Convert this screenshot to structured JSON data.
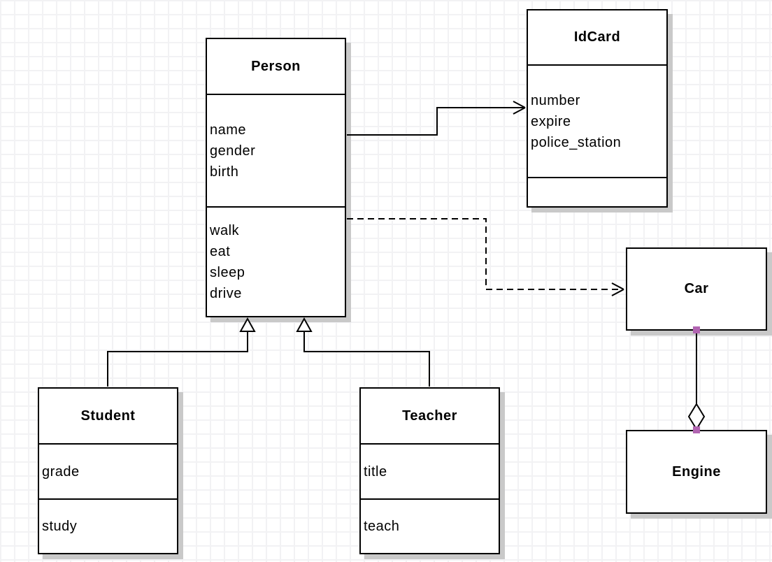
{
  "diagram": {
    "type": "uml-class-diagram",
    "colors": {
      "line": "#000000",
      "box_fill": "#ffffff",
      "box_shadow": "#c9c9c9",
      "connection_handle": "#b164b1",
      "grid_line": "#f2f2f4",
      "background": "#ffffff"
    }
  },
  "classes": {
    "person": {
      "name": "Person",
      "attributes": [
        "name",
        "gender",
        "birth"
      ],
      "methods": [
        "walk",
        "eat",
        "sleep",
        "drive"
      ]
    },
    "idcard": {
      "name": "IdCard",
      "attributes": [
        "number",
        "expire",
        "police_station"
      ],
      "methods": []
    },
    "car": {
      "name": "Car",
      "attributes": [],
      "methods": []
    },
    "engine": {
      "name": "Engine",
      "attributes": [],
      "methods": []
    },
    "student": {
      "name": "Student",
      "attributes": [
        "grade"
      ],
      "methods": [
        "study"
      ]
    },
    "teacher": {
      "name": "Teacher",
      "attributes": [
        "title"
      ],
      "methods": [
        "teach"
      ]
    }
  },
  "relationships": [
    {
      "from": "Person",
      "to": "IdCard",
      "type": "association",
      "style": "solid-open-arrow"
    },
    {
      "from": "Person",
      "to": "Car",
      "type": "dependency",
      "style": "dashed-open-arrow"
    },
    {
      "from": "Student",
      "to": "Person",
      "type": "generalization",
      "style": "solid-hollow-triangle"
    },
    {
      "from": "Teacher",
      "to": "Person",
      "type": "generalization",
      "style": "solid-hollow-triangle"
    },
    {
      "from": "Car",
      "to": "Engine",
      "type": "aggregation",
      "style": "solid-hollow-diamond",
      "endpoints_selected": true
    }
  ]
}
